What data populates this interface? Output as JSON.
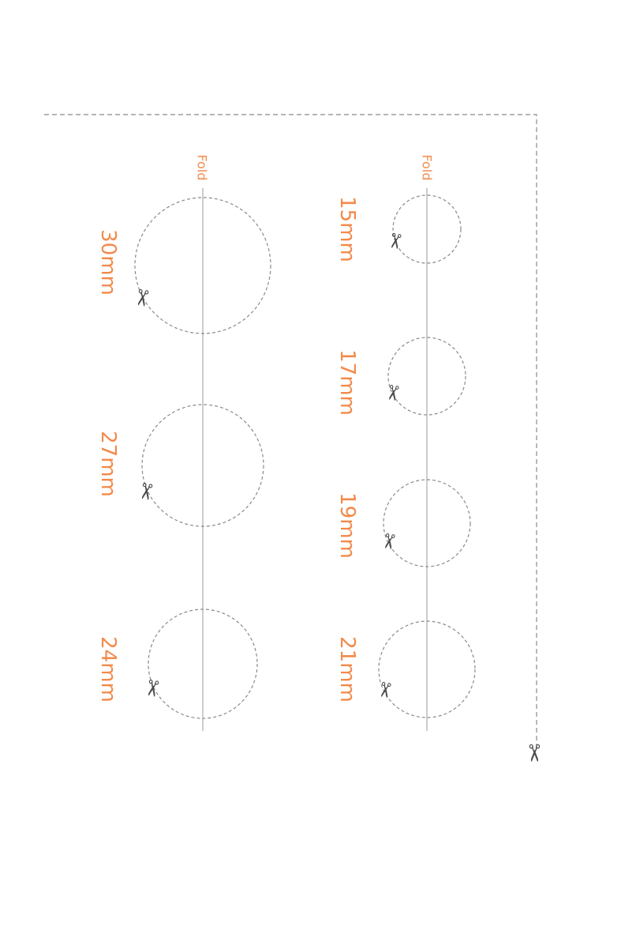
{
  "fold_label": "Fold",
  "colors": {
    "accent": "#f28a4b",
    "cut_line": "#8a8a8a",
    "fold_line": "#9a9a9a",
    "scissors": "#4a4a4a"
  },
  "icons": {
    "scissors": "✂"
  },
  "columns": [
    {
      "id": "left",
      "sizes": [
        {
          "label": "30mm",
          "diameter_mm": 30
        },
        {
          "label": "27mm",
          "diameter_mm": 27
        },
        {
          "label": "24mm",
          "diameter_mm": 24
        }
      ]
    },
    {
      "id": "right",
      "sizes": [
        {
          "label": "15mm",
          "diameter_mm": 15
        },
        {
          "label": "17mm",
          "diameter_mm": 17
        },
        {
          "label": "19mm",
          "diameter_mm": 19
        },
        {
          "label": "21mm",
          "diameter_mm": 21
        }
      ]
    }
  ]
}
